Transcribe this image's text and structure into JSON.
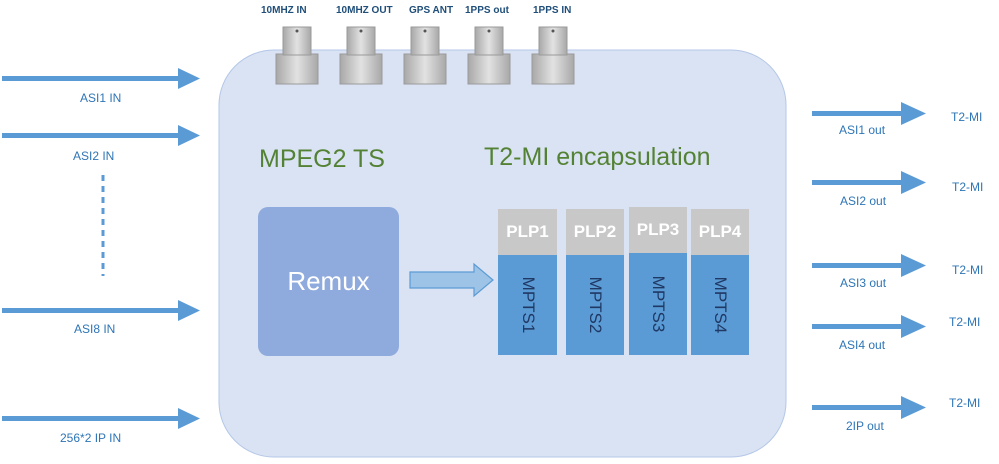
{
  "inputs": [
    "ASI1 IN",
    "ASI2 IN",
    "ASI8 IN",
    "256*2 IP IN"
  ],
  "connectors": [
    "10MHZ IN",
    "10MHZ OUT",
    "GPS ANT",
    "1PPS out",
    "1PPS IN"
  ],
  "titles": {
    "mpeg": "MPEG2 TS",
    "t2mi": "T2-MI encapsulation"
  },
  "remux": "Remux",
  "plps": [
    {
      "name": "PLP1",
      "stream": "MPTS1"
    },
    {
      "name": "PLP2",
      "stream": "MPTS2"
    },
    {
      "name": "PLP3",
      "stream": "MPTS3"
    },
    {
      "name": "PLP4",
      "stream": "MPTS4"
    }
  ],
  "outputs": [
    {
      "label": "ASI1 out",
      "format": "T2-MI"
    },
    {
      "label": "ASI2 out",
      "format": "T2-MI"
    },
    {
      "label": "ASI3 out",
      "format": "T2-MI"
    },
    {
      "label": "ASI4 out",
      "format": "T2-MI"
    },
    {
      "label": "2IP out",
      "format": "T2-MI"
    }
  ],
  "colors": {
    "arrow": "#5b9bd5",
    "box": "#dae3f3",
    "remux": "#8faadc",
    "plp_head": "#c8c8c8",
    "plp_body": "#5b9bd5",
    "title": "#548235",
    "label": "#2e75b6"
  }
}
